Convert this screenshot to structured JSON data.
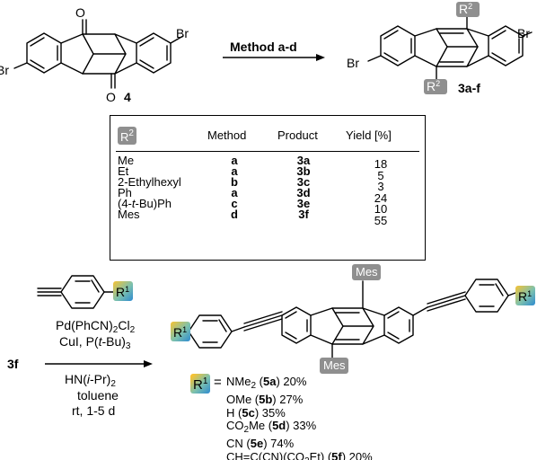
{
  "top": {
    "method_label": "Method a-d",
    "compound_4": "4",
    "product_label": "3a-f",
    "substituent_r2": "R",
    "substituent_r2_sup": "2",
    "atom_br": "Br",
    "atom_o": "O"
  },
  "table": {
    "headers": {
      "r": "R",
      "r_sup": "2",
      "method": "Method",
      "product": "Product",
      "yield": "Yield [%]"
    },
    "rows": [
      {
        "r2": "Me",
        "method": "a",
        "product": "3a",
        "yield": "18"
      },
      {
        "r2": "Et",
        "method": "a",
        "product": "3b",
        "yield": "5"
      },
      {
        "r2": "2-Ethylhexyl",
        "method": "b",
        "product": "3c",
        "yield": "3"
      },
      {
        "r2": "Ph",
        "method": "a",
        "product": "3d",
        "yield": "24"
      },
      {
        "r2_pre": "(4-",
        "r2_it": "t",
        "r2_post": "-Bu)Ph",
        "method": "c",
        "product": "3e",
        "yield": "10"
      },
      {
        "r2": "Mes",
        "method": "d",
        "product": "3f",
        "yield": "55"
      }
    ]
  },
  "bottom": {
    "start": "3f",
    "mes_label": "Mes",
    "r1": "R",
    "r1_sup": "1",
    "equals": "=",
    "conditions": {
      "cat1_a": "Pd(PhCN)",
      "cat1_sub": "2",
      "cat1_b": "Cl",
      "cat1_sub2": "2",
      "cat2_a": "CuI, P(",
      "cat2_it": "t",
      "cat2_b": "-Bu)",
      "cat2_sub": "3",
      "base_a": "HN(",
      "base_it": "i",
      "base_b": "-Pr)",
      "base_sub": "2",
      "solvent": "toluene",
      "time": "rt, 1-5 d"
    },
    "r1_list": [
      {
        "a": "NMe",
        "sub": "2",
        "b": " (",
        "cmp": "5a",
        "c": ") 20%"
      },
      {
        "a": "OMe (",
        "cmp": "5b",
        "c": ") 27%"
      },
      {
        "a": "H (",
        "cmp": "5c",
        "c": ") 35%"
      },
      {
        "a": "CO",
        "sub": "2",
        "b": "Me (",
        "cmp": "5d",
        "c": ") 33%"
      },
      {
        "a": "CN (",
        "cmp": "5e",
        "c": ") 74%"
      },
      {
        "a": "CH=C(CN)(CO",
        "sub": "2",
        "b": "Et) (",
        "cmp": "5f",
        "c": ") 20%"
      }
    ]
  },
  "colors": {
    "badge_grey": "#8f8f8f",
    "grad_start": "#f7c232",
    "grad_mid": "#7cc1ae",
    "grad_end": "#2d8ad1"
  }
}
